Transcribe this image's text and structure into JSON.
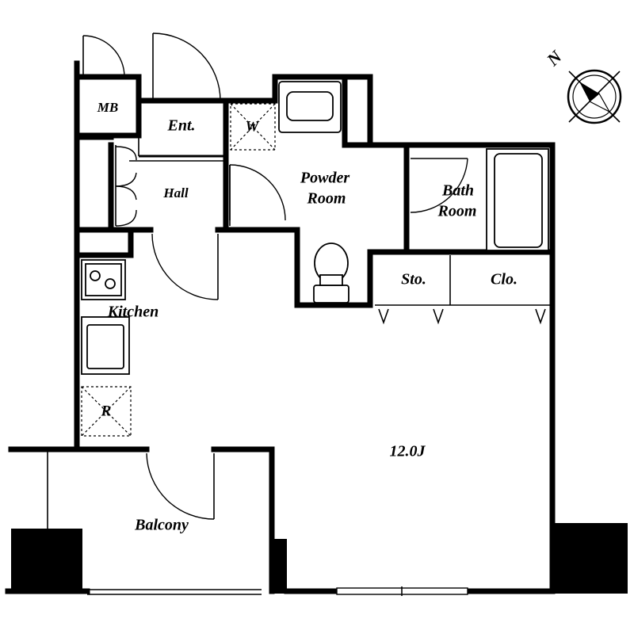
{
  "rooms": {
    "mb": "MB",
    "entrance": "Ent.",
    "washer": "W",
    "hall": "Hall",
    "powder_line1": "Powder",
    "powder_line2": "Room",
    "bath_line1": "Bath",
    "bath_line2": "Room",
    "storage": "Sto.",
    "closet": "Clo.",
    "kitchen": "Kitchen",
    "refrigerator": "R",
    "main_room": "12.0J",
    "balcony": "Balcony"
  },
  "compass": {
    "label": "N"
  }
}
